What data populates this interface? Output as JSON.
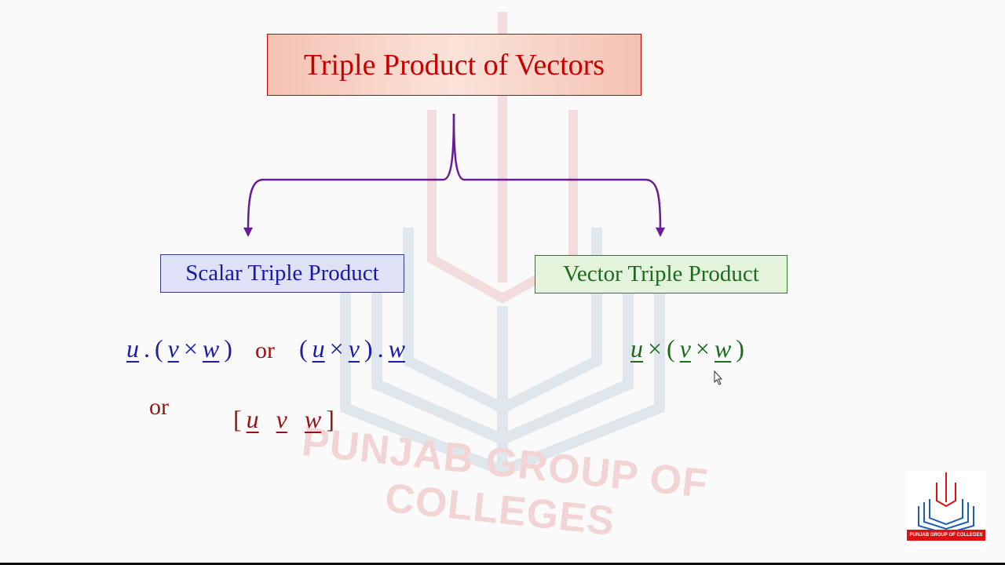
{
  "title": "Triple Product of Vectors",
  "branches": {
    "scalar": "Scalar Triple Product",
    "vector": "Vector Triple Product"
  },
  "scalar_expr1": [
    "u",
    ".",
    "(",
    "v",
    "×",
    "w",
    ")"
  ],
  "or1": "or",
  "scalar_expr2": [
    "(",
    "u",
    "×",
    "v",
    ")",
    ".",
    "w"
  ],
  "or2": "or",
  "box_product": [
    "[",
    "u",
    "v",
    "w",
    "]"
  ],
  "vector_expr": [
    "u",
    "×",
    "(",
    "v",
    "×",
    "w",
    ")"
  ],
  "watermark": "PUNJAB GROUP OF COLLEGES",
  "logo_text": "PUNJAB GROUP OF COLLEGES",
  "colors": {
    "title": "#c80000",
    "scalar": "#1a1aaa",
    "vector": "#1b6b1b",
    "arrow": "#6a1b9a"
  }
}
